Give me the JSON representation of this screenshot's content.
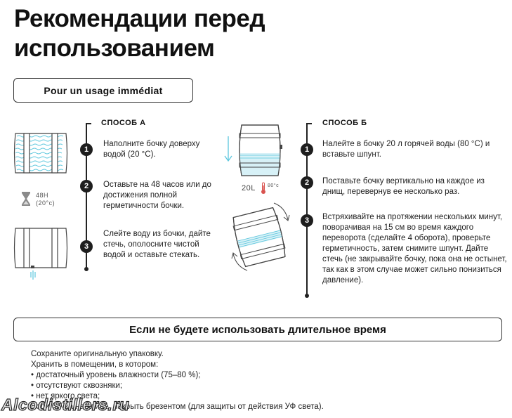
{
  "title": "Рекомендации перед использованием",
  "immediate_box": "Pour un usage immédiat",
  "method_a": {
    "label": "СПОСОБ А",
    "steps": [
      {
        "n": "1",
        "text": "Наполните бочку доверху водой (20 °C)."
      },
      {
        "n": "2",
        "text": "Оставьте на 48 часов или до достижения полной герметичности бочки."
      },
      {
        "n": "3",
        "text": "Слейте воду из бочки, дайте стечь, ополосните чистой водой и оставьте стекать."
      }
    ],
    "hourglass_label_1": "48H",
    "hourglass_label_2": "(20°c)"
  },
  "method_b": {
    "label": "СПОСОБ Б",
    "steps": [
      {
        "n": "1",
        "text": "Налейте в бочку 20 л горячей воды (80 °C) и вставьте шпунт."
      },
      {
        "n": "2",
        "text": "Поставьте бочку вертикально на каждое из днищ, перевернув ее несколько раз."
      },
      {
        "n": "3",
        "text": "Встряхивайте на протяжении нескольких минут, поворачивая на 15 см во время каждого переворота (сделайте 4 оборота), проверьте герметичность, затем снимите шпунт. Дайте стечь (не закрывайте бочку, пока она не остынет, так как в этом случае может сильно понизиться давление)."
      }
    ],
    "volume_label": "20L",
    "temp_label": "80°c"
  },
  "long_term_box": "Если не будете использовать длительное время",
  "storage": {
    "lines": [
      "Сохраните оригинальную упаковку.",
      "Хранить в помещении, в котором:",
      "• достаточный уровень влажности (75–80 %);",
      "• отсутствуют сквозняки;",
      "• нет яркого света;",
      "Если бочка на улице, накрыть брезентом (для защиты от действия УФ света)."
    ]
  },
  "watermark": "Alcodistillers.ru",
  "colors": {
    "water": "#5bc6dd",
    "accent": "#d9534f",
    "line": "#222222"
  }
}
